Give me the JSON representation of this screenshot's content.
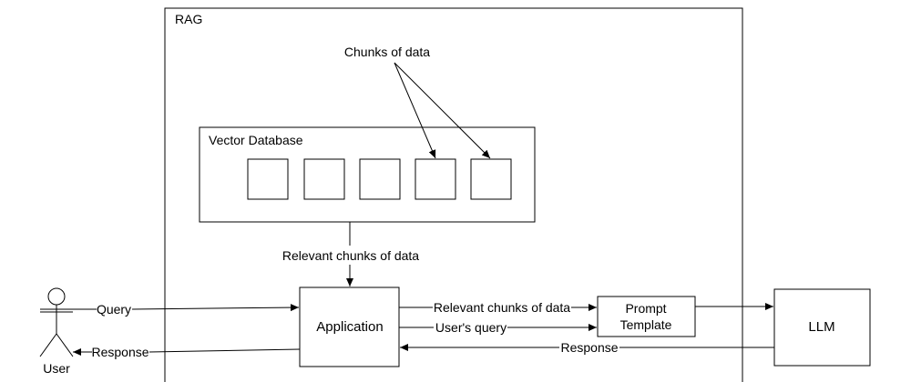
{
  "diagram": {
    "containers": {
      "rag": "RAG",
      "vector_db": "Vector Database"
    },
    "nodes": {
      "chunks_of_data": "Chunks of data",
      "application": "Application",
      "prompt_template_line1": "Prompt",
      "prompt_template_line2": "Template",
      "llm": "LLM",
      "user": "User"
    },
    "edges": {
      "relevant_chunks_db_to_app": "Relevant chunks of data",
      "query": "Query",
      "response_to_user": "Response",
      "relevant_chunks_app_to_prompt": "Relevant chunks of data",
      "users_query": "User's query",
      "response_from_llm": "Response"
    },
    "vector_slots": 5
  }
}
